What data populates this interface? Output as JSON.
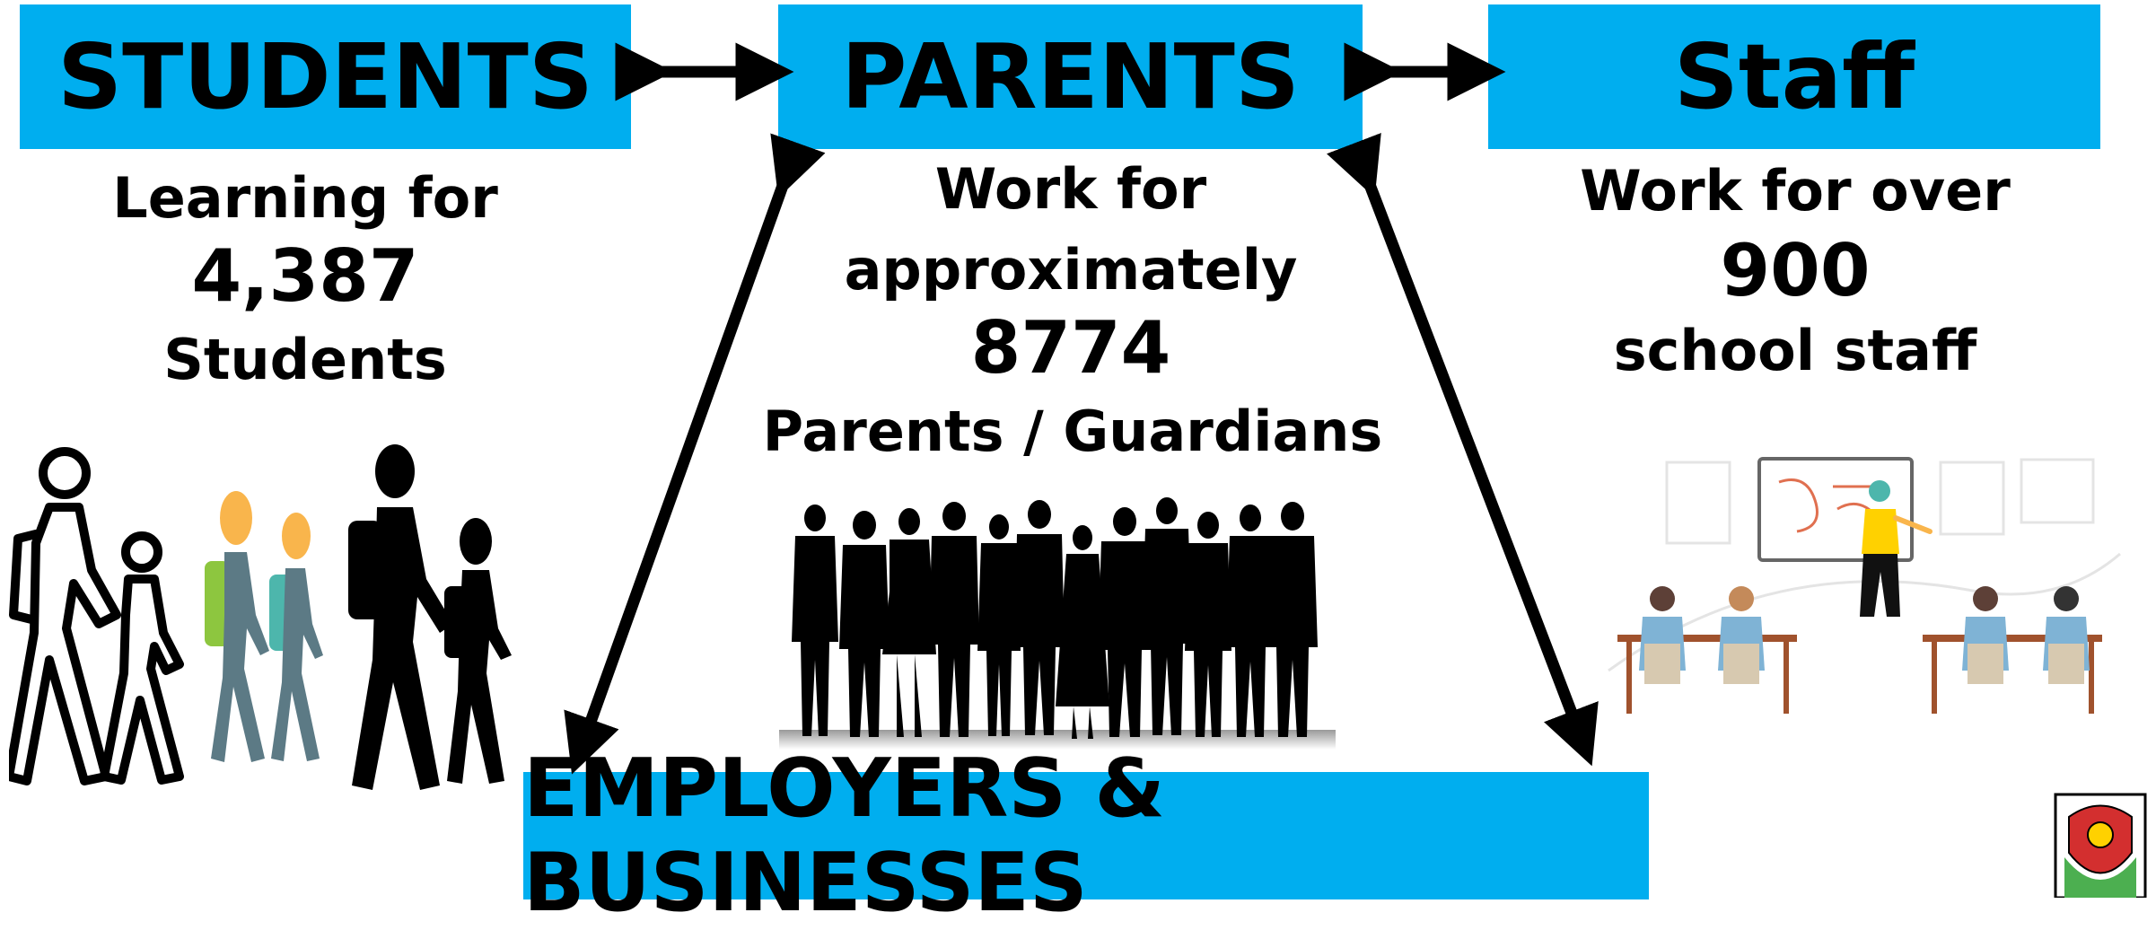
{
  "colors": {
    "box_fill": "#00AEEF",
    "text": "#000000",
    "arrow": "#000000",
    "student_skin": "#F9B54C",
    "student_pack_green": "#8DC63F",
    "student_pack_teal": "#4DB6AC",
    "student_body": "#5C7A85",
    "teacher_shirt": "#FFD100"
  },
  "boxes": {
    "students": "STUDENTS",
    "parents": "PARENTS",
    "staff": "Staff",
    "employers": "EMPLOYERS & BUSINESSES"
  },
  "students_stat": {
    "line1": "Learning for",
    "value": "4,387",
    "line2": "Students"
  },
  "parents_stat": {
    "line1": "Work for",
    "line2": "approximately",
    "value": "8774",
    "line3": "Parents / Guardians"
  },
  "staff_stat": {
    "line1": "Work for over",
    "value": "900",
    "line2": "school staff"
  },
  "icons": {
    "students": "walking-students-icon",
    "parents": "crowd-silhouette-icon",
    "staff": "classroom-teacher-icon",
    "crest": "coat-of-arms-icon"
  }
}
